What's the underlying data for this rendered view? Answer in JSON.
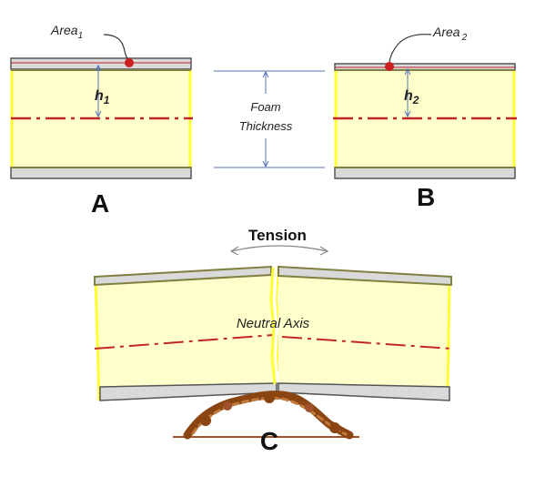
{
  "panel_a": {
    "letter": "A",
    "area_label": "Area",
    "area_sub": "1",
    "h_label": "h",
    "h_sub": "1"
  },
  "panel_b": {
    "letter": "B",
    "area_label": "Area",
    "area_sub": "2",
    "h_label": "h",
    "h_sub": "2"
  },
  "foam_thickness": {
    "line1": "Foam",
    "line2": "Thickness"
  },
  "panel_c": {
    "letter": "C",
    "tension_label": "Tension",
    "neutral_axis_label": "Neutral Axis"
  },
  "colors": {
    "foam_core": "#ffffcc",
    "core_edge": "#ffff33",
    "skin_fill": "#d9d9d9",
    "skin_edge_top": "#808040",
    "skin_edge_bottom": "#555555",
    "neutral_axis": "#c0262c",
    "centroid_dot": "#cc1f1f",
    "crack_debris": "#a0522d",
    "dimension_line": "#5570b5"
  }
}
